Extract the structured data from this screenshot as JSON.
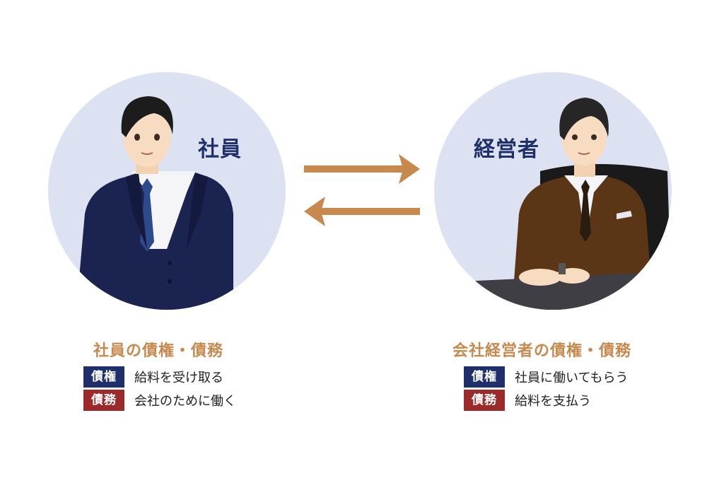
{
  "left": {
    "role": "社員",
    "title": "社員の債権・債務",
    "rows": [
      {
        "tag": "債権",
        "text": "給料を受け取る"
      },
      {
        "tag": "債務",
        "text": "会社のために働く"
      }
    ]
  },
  "right": {
    "role": "経営者",
    "title": "会社経営者の債権・債務",
    "rows": [
      {
        "tag": "債権",
        "text": "社員に働いてもらう"
      },
      {
        "tag": "債務",
        "text": "給料を支払う"
      }
    ]
  },
  "colors": {
    "circle": "#dde2f2",
    "navy": "#1e2f6b",
    "brown_accent": "#c8894e",
    "debt_red": "#9c2a2a",
    "arrow": "#c8894e"
  },
  "icons": {
    "left_figure": "employee-figure-icon",
    "right_figure": "executive-figure-icon",
    "arrow_right": "arrow-right-icon",
    "arrow_left": "arrow-left-icon"
  }
}
